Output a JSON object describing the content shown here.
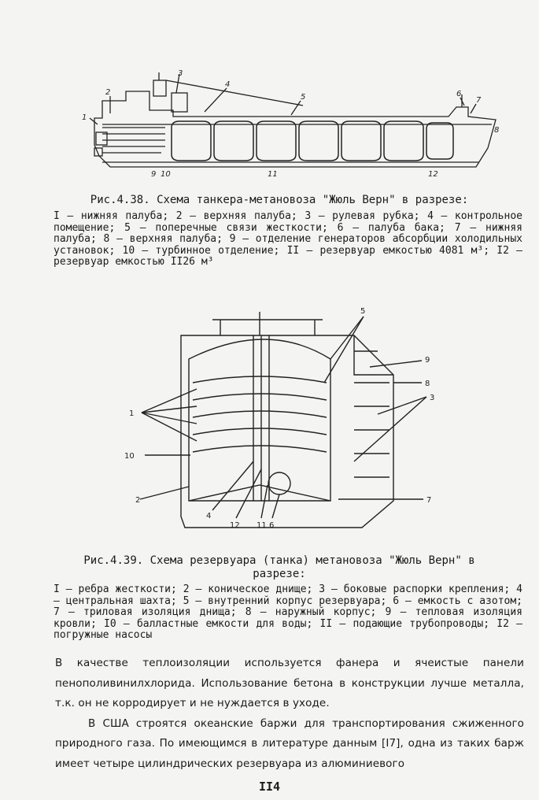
{
  "figure1": {
    "caption": "Рис.4.38. Схема танкера-метановоза \"Жюль Верн\" в разрезе:",
    "callouts": [
      "1",
      "2",
      "3",
      "4",
      "5",
      "6",
      "7",
      "8",
      "9",
      "10",
      "11",
      "12"
    ],
    "legend": "I – нижняя палуба; 2 – верхняя палуба; 3 – рулевая рубка; 4 – контрольное помещение; 5 – поперечные связи жесткости; 6 – палуба бака; 7 – нижняя палуба; 8 – верхняя палуба; 9 – отделение генераторов абсорбции холодильных установок; 10 – турбинное отделение; II – резервуар емкостью 4081 м³; I2 – резервуар емкостью II26 м³"
  },
  "figure2": {
    "caption_line1": "Рис.4.39. Схема резервуара (танка) метановоза \"Жюль Верн\" в",
    "caption_line2": "разрезе:",
    "callouts": [
      "1",
      "2",
      "3",
      "4",
      "5",
      "6",
      "7",
      "8",
      "9",
      "10",
      "11",
      "12"
    ],
    "legend": "I – ребра жесткости; 2 – коническое днище; 3 – боковые распорки крепления; 4 – центральная шахта; 5 – внутренний корпус резервуара; 6 – емкость с азотом; 7 – триловая изоляция днища; 8 – наружный корпус; 9 – тепловая изоляция кровли; I0 – балластные емкости для воды; II – подающие трубопроводы; I2 – погружные насосы"
  },
  "body": {
    "paragraph1": "В качестве теплоизоляции используется фанера и ячеистые панели пенополивинилхлорида. Использование бетона в конструкции лучше металла, т.к. он не корродирует и не нуждается в уходе.",
    "paragraph2": "В США строятся океанские баржи для транспортирования сжиженного природного газа. По имеющимся в литературе данным [I7], одна из таких барж имеет четыре цилиндрических резервуара из алюминиевого"
  },
  "page_number": "II4"
}
